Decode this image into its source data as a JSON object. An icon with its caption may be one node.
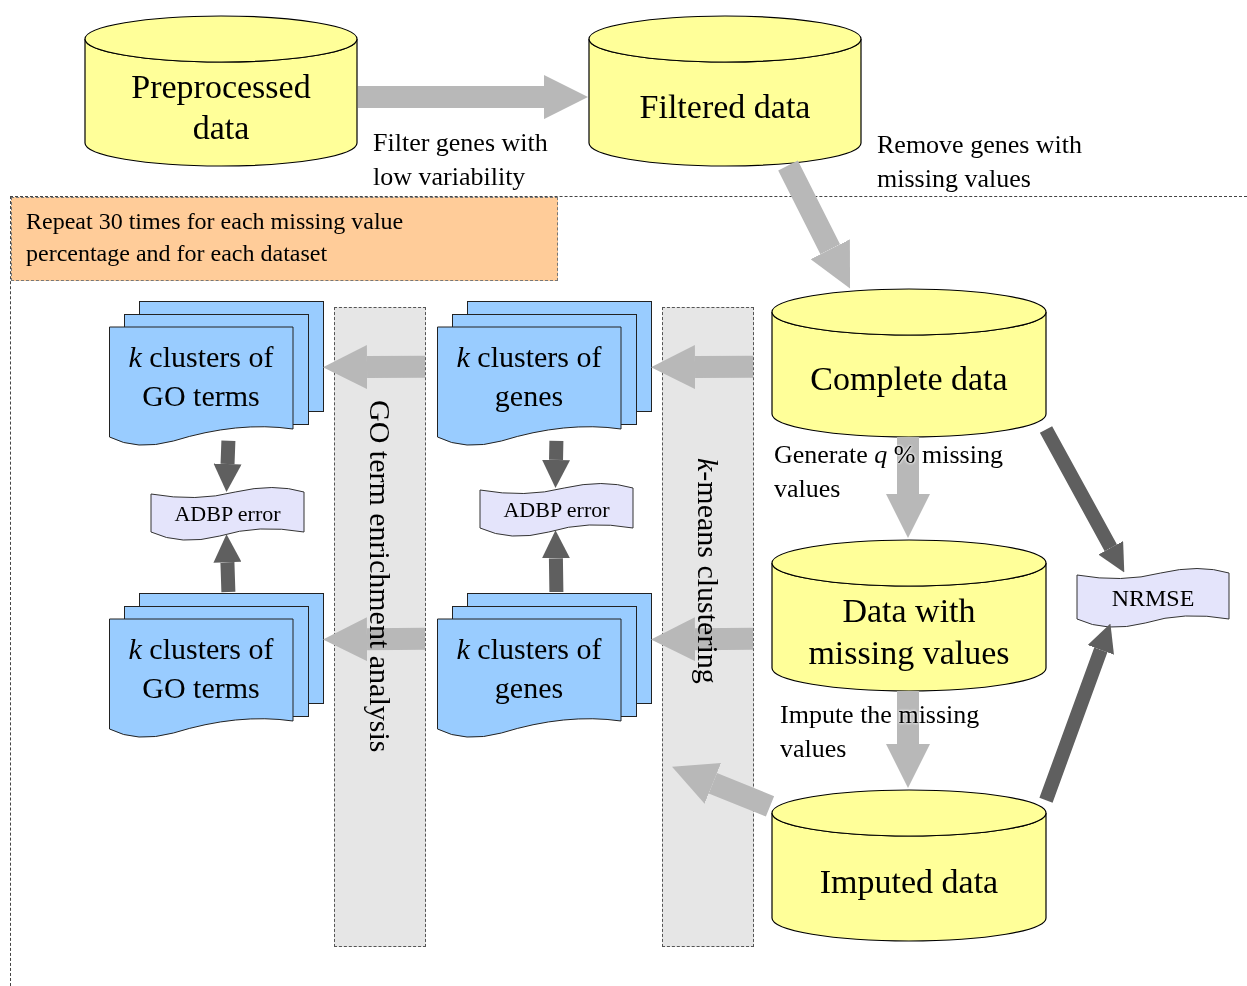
{
  "diagram": {
    "nodes": [
      {
        "text": [
          "Preprocessed data"
        ]
      },
      {
        "text": [
          "Filtered data"
        ]
      },
      {
        "text": [
          "Repeat 30 times for each missing value percentage and for each dataset"
        ]
      },
      {
        "text": [
          "Complete data"
        ],
        "in": 2
      },
      {
        "text": [
          "Data with missing values"
        ],
        "in": 2
      },
      {
        "text": [
          "Imputed data"
        ],
        "in": 2
      },
      {
        "text": [
          "NRMSE"
        ],
        "in": 2
      },
      {
        "text": [
          "*k*-means clustering"
        ],
        "in": 2
      },
      {
        "text": [
          "GO term enrichment analysis"
        ],
        "in": 2
      },
      {
        "text": [
          "*k* clusters of genes"
        ],
        "in": 2
      },
      {
        "text": [
          "ADBP error"
        ],
        "in": 2
      },
      {
        "text": [
          "*k* clusters of genes"
        ],
        "in": 2
      },
      {
        "text": [
          "*k* clusters of GO terms"
        ],
        "in": 2
      },
      {
        "text": [
          "ADBP error"
        ],
        "in": 2
      },
      {
        "text": [
          "*k* clusters of GO terms"
        ],
        "in": 2
      }
    ],
    "edges": [
      {
        "from": 0,
        "to": 1,
        "arrow": "to",
        "label": "Filter genes with low variability"
      },
      {
        "from": 1,
        "to": 3,
        "arrow": "to",
        "label": "Remove genes with missing values"
      },
      {
        "from": 3,
        "to": 4,
        "arrow": "to",
        "label": "Generate *q* % missing values"
      },
      {
        "from": 4,
        "to": 5,
        "arrow": "to",
        "label": "Impute the missing values"
      },
      {
        "from": 7,
        "to": 9,
        "arrow": "to"
      },
      {
        "from": 8,
        "to": 12,
        "arrow": "to"
      },
      {
        "from": 5,
        "to": 7,
        "arrow": "to"
      },
      {
        "from": 7,
        "to": 11,
        "arrow": "to"
      },
      {
        "from": 8,
        "to": 14,
        "arrow": "to"
      },
      {
        "from": 9,
        "to": 10,
        "arrow": "to",
        "color": "#5f5f5f"
      },
      {
        "from": 11,
        "to": 10,
        "arrow": "to",
        "color": "#5f5f5f"
      },
      {
        "from": 12,
        "to": 13,
        "arrow": "to",
        "color": "#5f5f5f"
      },
      {
        "from": 14,
        "to": 13,
        "arrow": "to",
        "color": "#5f5f5f"
      },
      {
        "from": 3,
        "to": 6,
        "arrow": "to",
        "color": "#5f5f5f"
      },
      {
        "from": 5,
        "to": 6,
        "arrow": "to",
        "color": "#5f5f5f"
      }
    ]
  }
}
